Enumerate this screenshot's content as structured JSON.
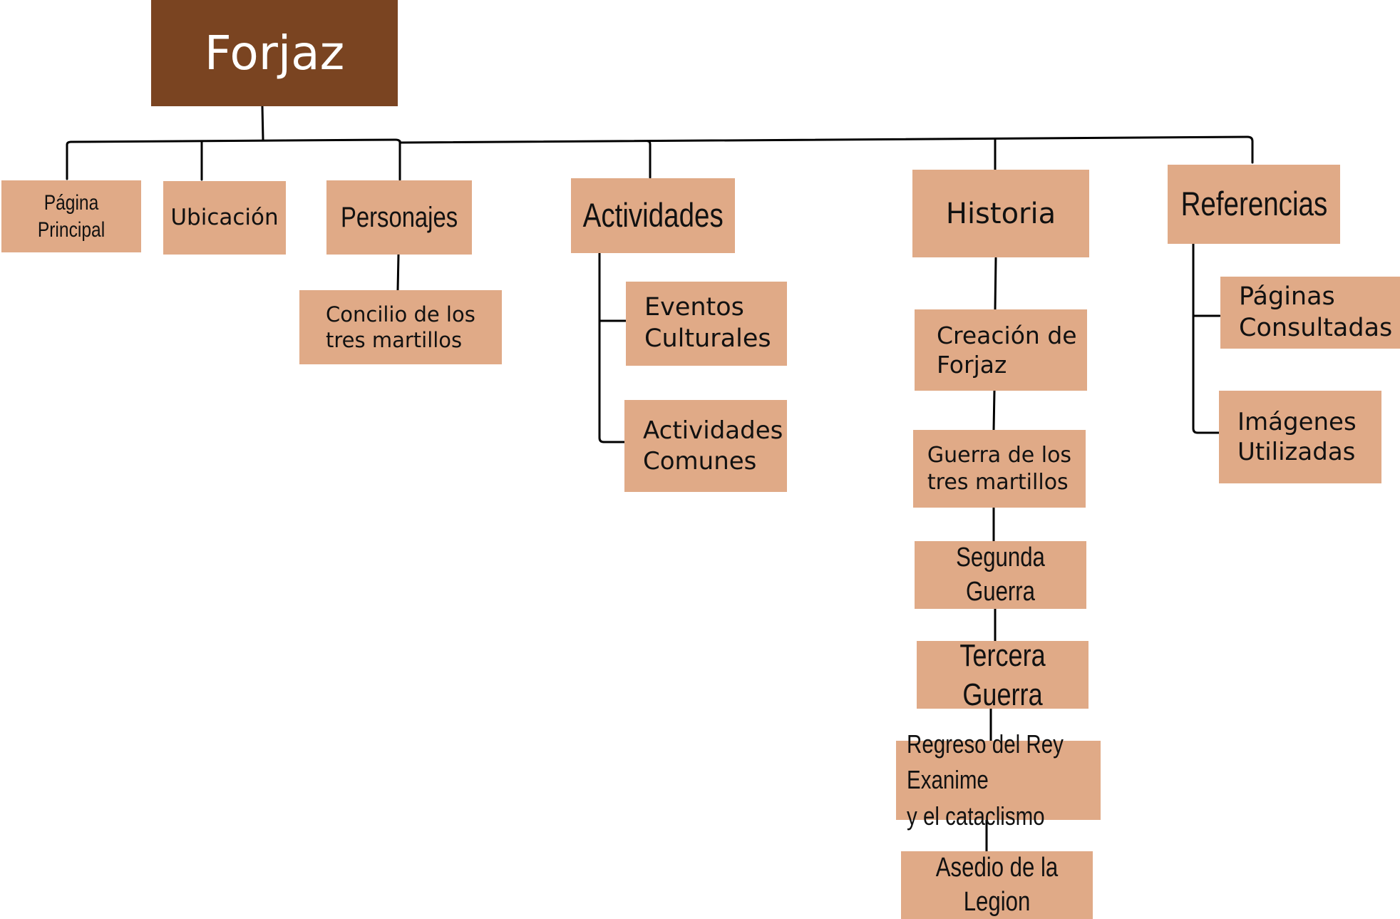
{
  "diagram": {
    "root": "Forjaz",
    "colors": {
      "root_fill": "#7a4421",
      "node_fill": "#e0aa87",
      "line": "#000000"
    },
    "branches": {
      "pagina_principal": "Página Principal",
      "ubicacion": "Ubicación",
      "personajes": {
        "label": "Personajes",
        "children": [
          "Concilio de los\ntres martillos"
        ]
      },
      "actividades": {
        "label": "Actividades",
        "children": [
          "Eventos\nCulturales",
          "Actividades\nComunes"
        ]
      },
      "historia": {
        "label": "Historia",
        "children": [
          "Creación de\nForjaz",
          "Guerra de los\ntres martillos",
          "Segunda Guerra",
          "Tercera Guerra",
          "Regreso del Rey Exanime\ny el cataclismo",
          "Asedio de la Legion"
        ]
      },
      "referencias": {
        "label": "Referencias",
        "children": [
          "Páginas\nConsultadas",
          "Imágenes\nUtilizadas"
        ]
      }
    }
  }
}
